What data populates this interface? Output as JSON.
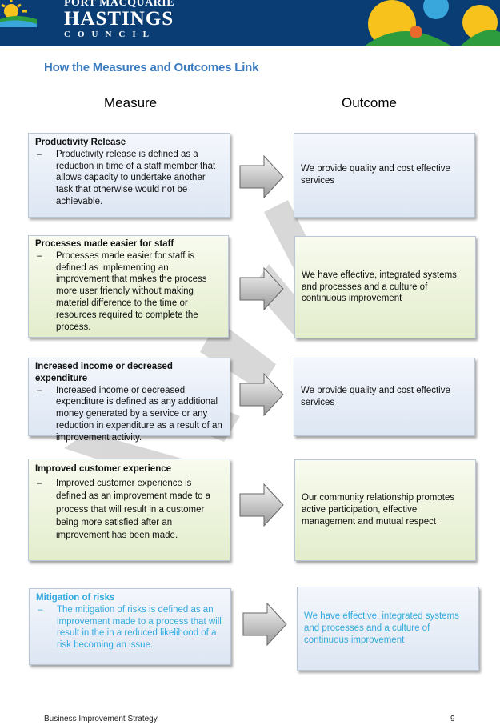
{
  "header": {
    "logo_line1": "PORT MACQUARIE",
    "logo_line2": "HASTINGS",
    "logo_line3": "COUNCIL"
  },
  "section_title": "How the Measures and Outcomes Link",
  "columns": {
    "measure": "Measure",
    "outcome": "Outcome"
  },
  "rows": [
    {
      "measure_title": "Productivity Release",
      "measure_dash": "–",
      "measure_text": "Productivity release is defined as a reduction in time of a staff member that allows capacity to undertake another task that otherwise would not be achievable.",
      "outcome": "We provide quality and cost effective services"
    },
    {
      "measure_title": "Processes made easier for staff",
      "measure_dash": "–",
      "measure_text": "Processes made easier for staff is defined as implementing an improvement that makes the process more user friendly without making material difference to the time or resources required to complete the process.",
      "outcome": "We have effective, integrated systems and processes and a culture of continuous improvement"
    },
    {
      "measure_title": "Increased income or decreased expenditure",
      "measure_dash": "–",
      "measure_text": "Increased income or decreased expenditure is defined as any additional money generated by a service or any reduction in expenditure as a result of an improvement activity.",
      "outcome": "We provide quality and cost effective services"
    },
    {
      "measure_title": "Improved customer experience",
      "measure_dash": "–",
      "measure_text": "Improved customer experience is defined as an improvement made to a process that will result in a customer being more satisfied after an improvement has been made.",
      "outcome": "Our community relationship promotes active participation, effective management and mutual respect"
    },
    {
      "measure_title": "Mitigation of risks",
      "measure_dash": "–",
      "measure_text": "The mitigation of risks is defined as an improvement made to a process that will result in the in a reduced likelihood of a risk becoming an issue.",
      "outcome": "We have effective, integrated systems and processes and a culture of continuous improvement"
    }
  ],
  "footer": {
    "left": "Business Improvement Strategy",
    "page": "9"
  }
}
